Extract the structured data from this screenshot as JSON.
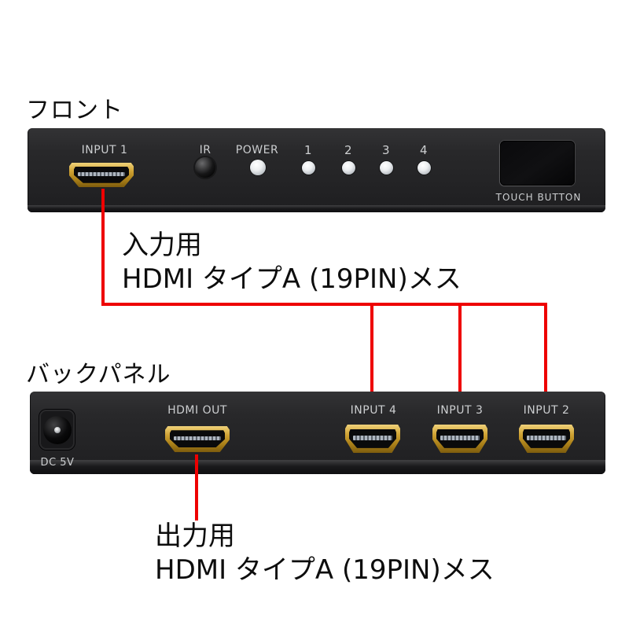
{
  "page": {
    "background_color": "#ffffff",
    "annotation_color": "#ee0000",
    "device_color": "#232325"
  },
  "front_section": {
    "title": "フロント",
    "device": {
      "input1_port_label": "INPUT 1",
      "ir_label": "IR",
      "power_label": "POWER",
      "channel_labels": [
        "1",
        "2",
        "3",
        "4"
      ],
      "touch_button_label": "TOUCH BUTTON"
    }
  },
  "back_section": {
    "title": "バックパネル",
    "device": {
      "dc_power_label": "DC 5V",
      "hdmi_out_label": "HDMI OUT",
      "input4_label": "INPUT 4",
      "input3_label": "INPUT 3",
      "input2_label": "INPUT 2"
    }
  },
  "annotations": {
    "input_note_line1": "入力用",
    "input_note_line2": "HDMI タイプA (19PIN)メス",
    "output_note_line1": "出力用",
    "output_note_line2": "HDMI タイプA (19PIN)メス"
  }
}
